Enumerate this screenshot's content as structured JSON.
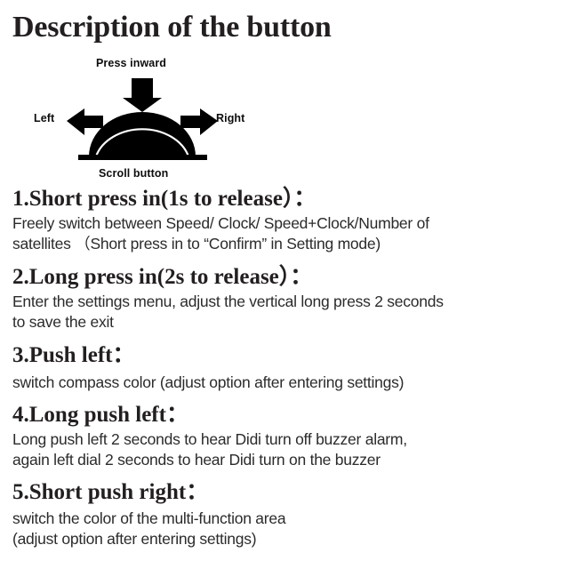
{
  "title": "Description of the button",
  "diagram": {
    "press_inward_label": "Press inward",
    "left_label": "Left",
    "right_label": "Right",
    "scroll_button_label": "Scroll button",
    "shape_color": "#000000",
    "arc_highlight_color": "#ffffff"
  },
  "sections": [
    {
      "heading": "1.Short press in(1s to release）：",
      "lines": [
        "Freely switch between Speed/ Clock/ Speed+Clock/Number of",
        "satellites （Short press in to “Confirm” in Setting mode)"
      ]
    },
    {
      "heading": "2.Long press in(2s to release）：",
      "lines": [
        "Enter the settings menu, adjust the vertical long press 2 seconds",
        "to save the exit"
      ]
    },
    {
      "heading": "3.Push left：",
      "lines": [
        "switch compass color (adjust option after entering settings)"
      ]
    },
    {
      "heading": "4.Long push left：",
      "lines": [
        "Long push left 2 seconds to hear Didi turn off buzzer alarm,",
        "again left dial 2 seconds to hear Didi turn on the buzzer"
      ]
    },
    {
      "heading": "5.Short push right：",
      "lines": [
        "switch the color of the multi-function area",
        "(adjust option after entering settings)"
      ]
    }
  ]
}
